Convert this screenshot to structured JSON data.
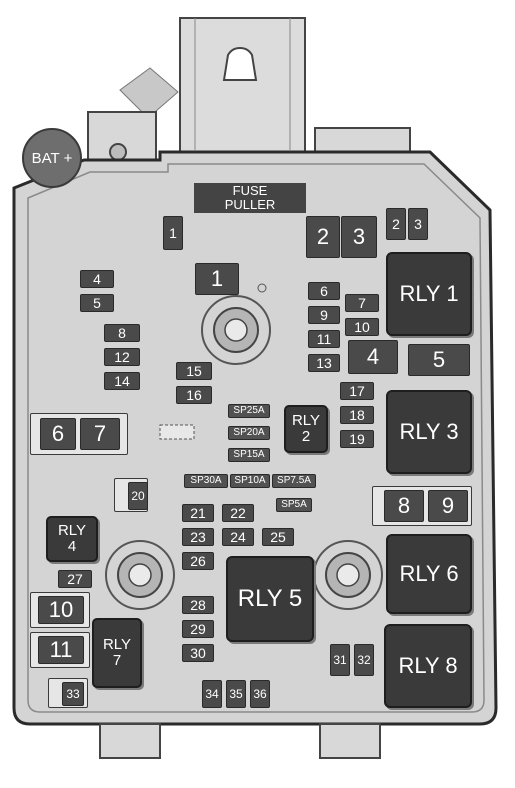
{
  "colors": {
    "housing": "#d4d4d4",
    "fuse_dark": "#4a4a4a",
    "relay": "#3a3a3a"
  },
  "battery_label": "BAT +",
  "puller_label": {
    "line1": "FUSE",
    "line2": "PULLER"
  },
  "fuses": {
    "f1_small": "1",
    "f1_big": "1",
    "f2": "2",
    "f3_big": "3",
    "f2_top": "2",
    "f3_top": "3",
    "f4": "4",
    "f5": "5",
    "f4_big": "4",
    "f5_big": "5",
    "f6": "6",
    "f7": "7",
    "f6_big": "6",
    "f7_big": "7",
    "f8": "8",
    "f8_big": "8",
    "f9": "9",
    "f9_big": "9",
    "f10": "10",
    "f10_big": "10",
    "f11": "11",
    "f11_big": "11",
    "f12": "12",
    "f13": "13",
    "f14": "14",
    "f15": "15",
    "f16": "16",
    "f17": "17",
    "f18": "18",
    "f19": "19",
    "f20": "20",
    "f21": "21",
    "f22": "22",
    "f23": "23",
    "f24": "24",
    "f25": "25",
    "f26": "26",
    "f27": "27",
    "f28": "28",
    "f29": "29",
    "f30": "30",
    "f31": "31",
    "f32": "32",
    "f33": "33",
    "f34": "34",
    "f35": "35",
    "f36": "36"
  },
  "spares": {
    "sp25a": "SP25A",
    "sp20a": "SP20A",
    "sp15a": "SP15A",
    "sp30a": "SP30A",
    "sp10a": "SP10A",
    "sp7_5a": "SP7.5A",
    "sp5a": "SP5A"
  },
  "relays": {
    "rly1": "RLY 1",
    "rly3": "RLY 3",
    "rly5": "RLY 5",
    "rly6": "RLY 6",
    "rly8": "RLY 8",
    "rly2": {
      "line1": "RLY",
      "line2": "2"
    },
    "rly4": {
      "line1": "RLY",
      "line2": "4"
    },
    "rly7": {
      "line1": "RLY",
      "line2": "7"
    }
  }
}
